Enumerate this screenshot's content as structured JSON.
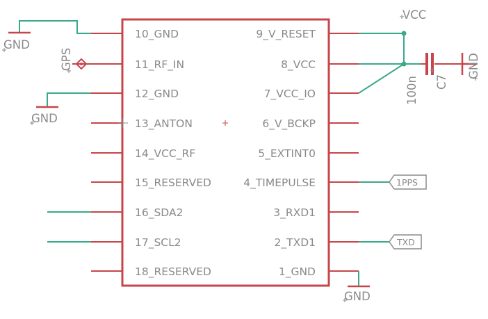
{
  "schematic": {
    "colors": {
      "outline": "#c6454a",
      "pin": "#c6454a",
      "wire": "#3aa88a",
      "text": "#8a8a8a"
    },
    "pins_left": [
      "10_GND",
      "11_RF_IN",
      "12_GND",
      "13_ANTON",
      "14_VCC_RF",
      "15_RESERVED",
      "16_SDA2",
      "17_SCL2",
      "18_RESERVED"
    ],
    "pins_right": [
      "9_V_RESET",
      "8_VCC",
      "7_VCC_IO",
      "6_V_BCKP",
      "5_EXTINT0",
      "4_TIMEPULSE",
      "3_RXD1",
      "2_TXD1",
      "1_GND"
    ],
    "gnd_label": "GND",
    "vcc_label": "VCC",
    "gps_label": "GPS",
    "cap_value": "100n",
    "cap_name": "C7",
    "tag_1pps": "1PPS",
    "tag_txd": "TXD"
  }
}
